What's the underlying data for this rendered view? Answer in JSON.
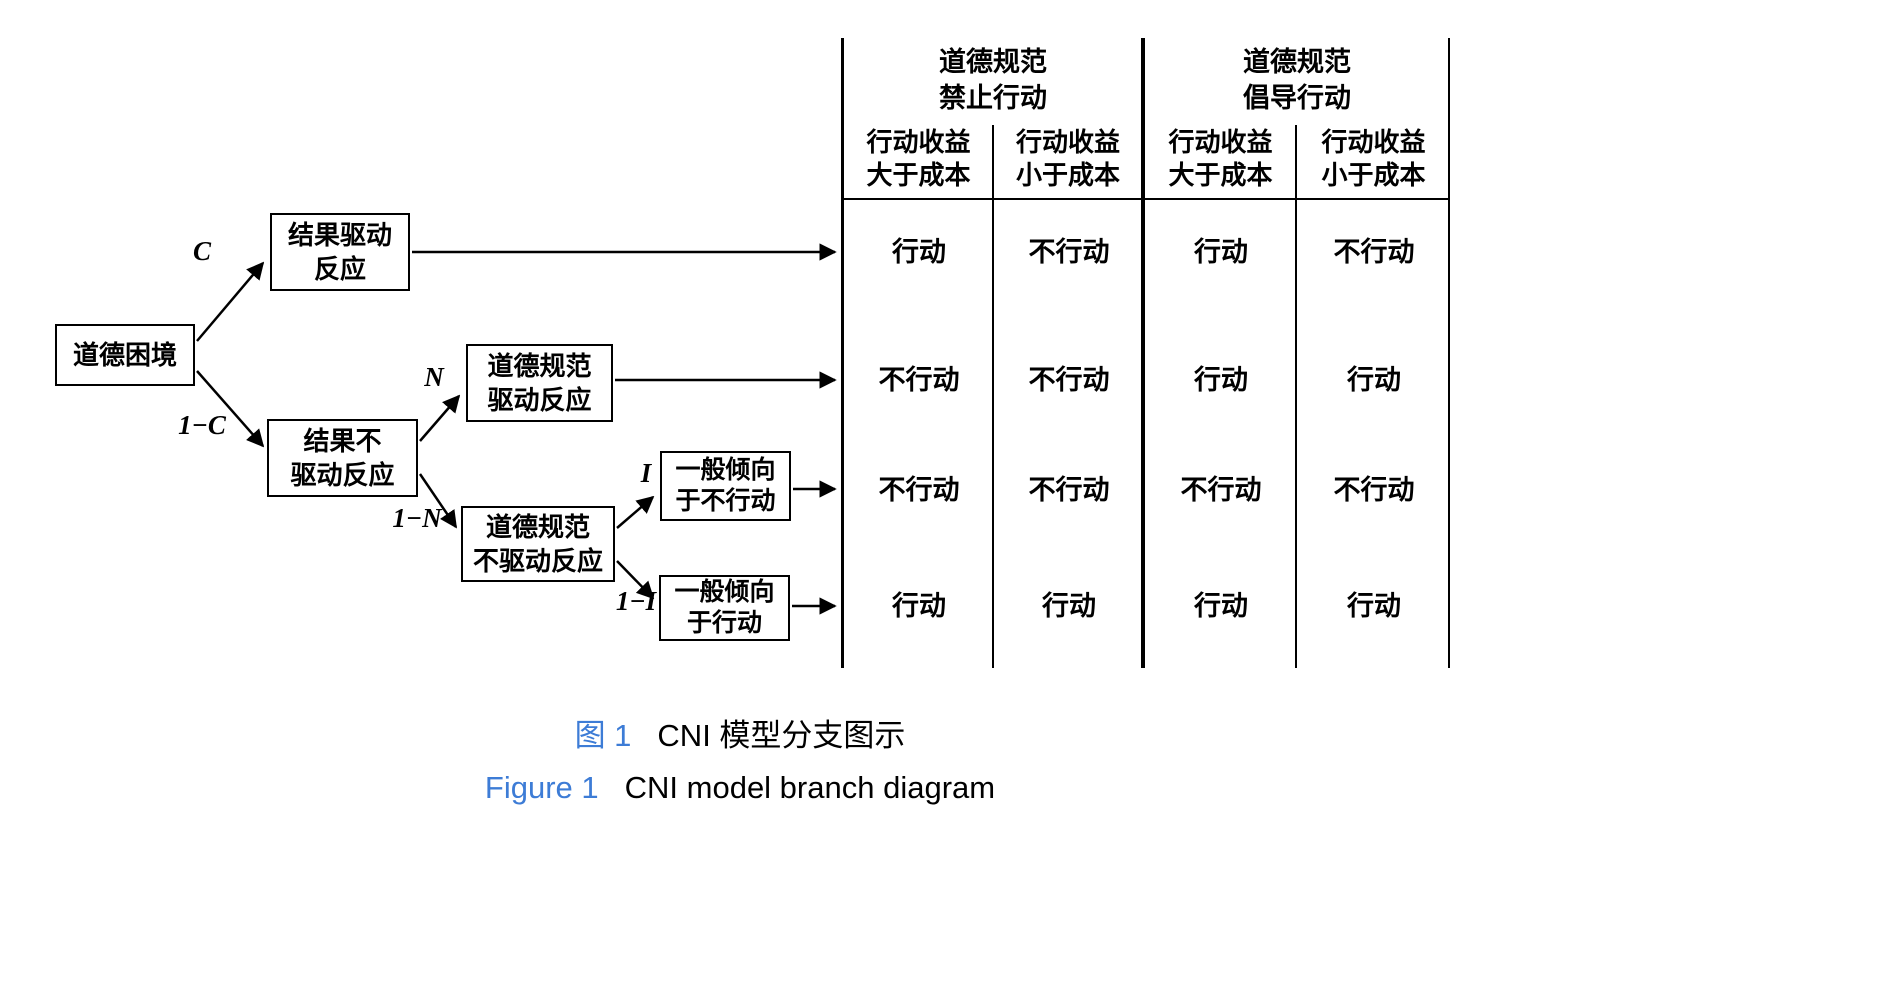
{
  "figure": {
    "tree": {
      "root": "道德困境",
      "boxes": [
        {
          "line1": "结果驱动",
          "line2": "反应"
        },
        {
          "line1": "结果不",
          "line2": "驱动反应"
        },
        {
          "line1": "道德规范",
          "line2": "驱动反应"
        },
        {
          "line1": "道德规范",
          "line2": "不驱动反应"
        },
        {
          "line1": "一般倾向",
          "line2": "于不行动"
        },
        {
          "line1": "一般倾向",
          "line2": "于行动"
        }
      ],
      "branch_labels": [
        "C",
        "1−C",
        "N",
        "1−N",
        "I",
        "1−I"
      ]
    },
    "table": {
      "group_headers": [
        {
          "line1": "道德规范",
          "line2": "禁止行动"
        },
        {
          "line1": "道德规范",
          "line2": "倡导行动"
        }
      ],
      "column_headers": [
        {
          "line1": "行动收益",
          "line2": "大于成本"
        },
        {
          "line1": "行动收益",
          "line2": "小于成本"
        },
        {
          "line1": "行动收益",
          "line2": "大于成本"
        },
        {
          "line1": "行动收益",
          "line2": "小于成本"
        }
      ],
      "rows": [
        [
          "行动",
          "不行动",
          "行动",
          "不行动"
        ],
        [
          "不行动",
          "不行动",
          "行动",
          "行动"
        ],
        [
          "不行动",
          "不行动",
          "不行动",
          "不行动"
        ],
        [
          "行动",
          "行动",
          "行动",
          "行动"
        ]
      ]
    },
    "caption_zh": {
      "label": "图 1",
      "text": "CNI 模型分支图示"
    },
    "caption_en": {
      "label": "Figure 1",
      "text": "CNI model branch diagram"
    },
    "colors": {
      "caption_label_blue": "#3D7CD6",
      "line_black": "#000000"
    }
  }
}
